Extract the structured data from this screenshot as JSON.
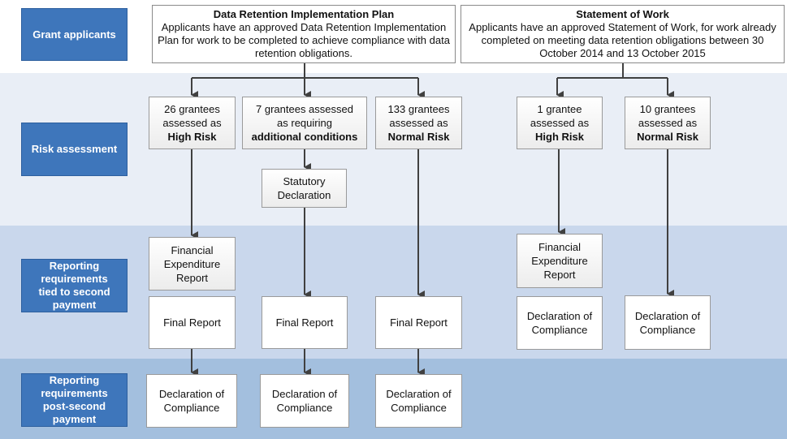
{
  "rows": {
    "grant_applicants": "Grant applicants",
    "risk_assessment": "Risk assessment",
    "reporting_second_payment": "Reporting requirements tied to second payment",
    "reporting_post_second": "Reporting requirements post-second payment"
  },
  "plans": {
    "drip": {
      "title": "Data Retention Implementation Plan",
      "desc": "Applicants have an approved Data Retention Implementation Plan for work to be completed to achieve compliance with data retention obligations."
    },
    "sow": {
      "title": "Statement of Work",
      "desc": "Applicants have an approved Statement of Work, for work already completed on meeting data retention obligations between 30 October 2014 and 13 October 2015"
    }
  },
  "risk": {
    "high26": {
      "line1": "26 grantees",
      "line2": "assessed as",
      "bold": "High Risk"
    },
    "additional7": {
      "line1": "7 grantees assessed",
      "line2": "as requiring",
      "bold": "additional conditions"
    },
    "normal133": {
      "line1": "133 grantees",
      "line2": "assessed as",
      "bold": "Normal Risk"
    },
    "high1": {
      "line1": "1 grantee",
      "line2": "assessed as",
      "bold": "High Risk"
    },
    "normal10": {
      "line1": "10 grantees",
      "line2": "assessed as",
      "bold": "Normal Risk"
    }
  },
  "steps": {
    "statutory": "Statutory Declaration",
    "financial": "Financial Expenditure Report",
    "final_report": "Final Report",
    "declaration": "Declaration of Compliance"
  }
}
